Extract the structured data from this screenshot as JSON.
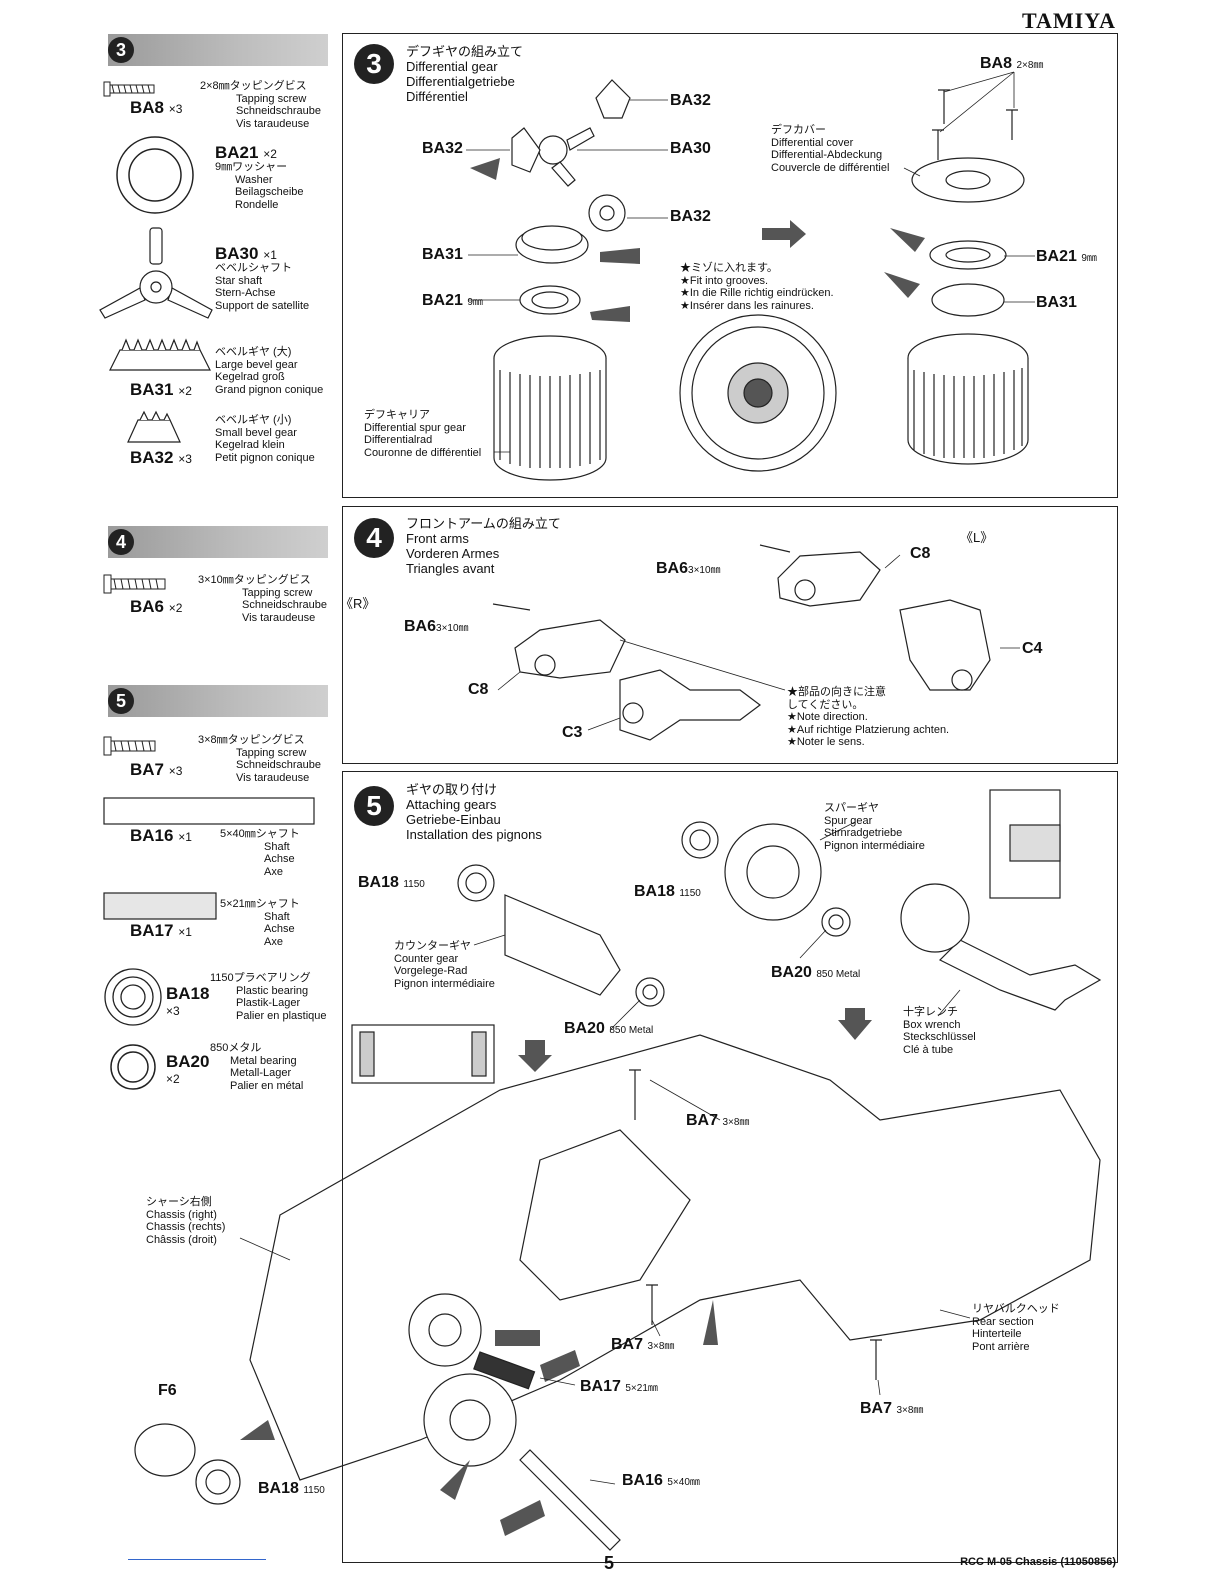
{
  "brand": "TAMIYA",
  "page_number": "5",
  "footer": "RCC M-05 Chassis (11050856)",
  "left": {
    "step3": {
      "num": "3",
      "parts": [
        {
          "code": "BA8",
          "qty": "×3",
          "lines": [
            "2×8㎜タッピングビス",
            "Tapping screw",
            "Schneidschraube",
            "Vis taraudeuse"
          ]
        },
        {
          "code": "BA21",
          "qty": "×2",
          "lines": [
            "9㎜ワッシャー",
            "Washer",
            "Beilagscheibe",
            "Rondelle"
          ]
        },
        {
          "code": "BA30",
          "qty": "×1",
          "lines": [
            "ベベルシャフト",
            "Star shaft",
            "Stern-Achse",
            "Support de satellite"
          ]
        },
        {
          "code": "BA31",
          "qty": "×2",
          "lines": [
            "ベベルギヤ (大)",
            "Large bevel gear",
            "Kegelrad groß",
            "Grand pignon conique"
          ]
        },
        {
          "code": "BA32",
          "qty": "×3",
          "lines": [
            "ベベルギヤ (小)",
            "Small bevel gear",
            "Kegelrad klein",
            "Petit pignon conique"
          ]
        }
      ]
    },
    "step4": {
      "num": "4",
      "parts": [
        {
          "code": "BA6",
          "qty": "×2",
          "lines": [
            "3×10㎜タッピングビス",
            "Tapping screw",
            "Schneidschraube",
            "Vis taraudeuse"
          ]
        }
      ]
    },
    "step5": {
      "num": "5",
      "parts": [
        {
          "code": "BA7",
          "qty": "×3",
          "lines": [
            "3×8㎜タッピングビス",
            "Tapping screw",
            "Schneidschraube",
            "Vis taraudeuse"
          ]
        },
        {
          "code": "BA16",
          "qty": "×1",
          "lines": [
            "5×40㎜シャフト",
            "Shaft",
            "Achse",
            "Axe"
          ]
        },
        {
          "code": "BA17",
          "qty": "×1",
          "lines": [
            "5×21㎜シャフト",
            "Shaft",
            "Achse",
            "Axe"
          ]
        },
        {
          "code": "BA18",
          "qty": "×3",
          "lines": [
            "1150プラベアリング",
            "Plastic bearing",
            "Plastik-Lager",
            "Palier en plastique"
          ]
        },
        {
          "code": "BA20",
          "qty": "×2",
          "lines": [
            "850メタル",
            "Metal bearing",
            "Metall-Lager",
            "Palier en métal"
          ]
        }
      ]
    }
  },
  "panel3": {
    "num": "3",
    "title": [
      "デフギヤの組み立て",
      "Differential gear",
      "Differentialgetriebe",
      "Différentiel"
    ],
    "labels": {
      "ba32a": "BA32",
      "ba32b": "BA32",
      "ba32c": "BA32",
      "ba30": "BA30",
      "ba31": "BA31",
      "ba21": "BA21",
      "ba21_size": "9㎜",
      "ba8": "BA8",
      "ba8_size": "2×8㎜",
      "ba21r": "BA21",
      "ba21r_size": "9㎜",
      "ba31r": "BA31"
    },
    "cover": [
      "デフカバー",
      "Differential cover",
      "Differential-Abdeckung",
      "Couvercle de différentiel"
    ],
    "note": [
      "★ミゾに入れます。",
      "★Fit into grooves.",
      "★In die Rille richtig eindrücken.",
      "★Insérer dans les rainures."
    ],
    "spur": [
      "デフキャリア",
      "Differential spur gear",
      "Differentialrad",
      "Couronne de différentiel"
    ]
  },
  "panel4": {
    "num": "4",
    "title": [
      "フロントアームの組み立て",
      "Front arms",
      "Vorderen Armes",
      "Triangles avant"
    ],
    "L": "《L》",
    "R": "《R》",
    "labels": {
      "ba6l": "BA6",
      "ba6l_size": "3×10㎜",
      "c8l": "C8",
      "c4": "C4",
      "ba6r": "BA6",
      "ba6r_size": "3×10㎜",
      "c8r": "C8",
      "c3": "C3"
    },
    "note": [
      "★部品の向きに注意",
      "してください。",
      "★Note direction.",
      "★Auf richtige Platzierung achten.",
      "★Noter le sens."
    ]
  },
  "panel5": {
    "num": "5",
    "title": [
      "ギヤの取り付け",
      "Attaching gears",
      "Getriebe-Einbau",
      "Installation des pignons"
    ],
    "labels": {
      "ba18a": "BA18",
      "ba18a_size": "1150",
      "ba18b": "BA18",
      "ba18b_size": "1150",
      "ba20a": "BA20",
      "ba20a_size": "850 Metal",
      "ba20b": "BA20",
      "ba20b_size": "850 Metal",
      "ba7a": "BA7",
      "ba7a_size": "3×8㎜",
      "ba7b": "BA7",
      "ba7b_size": "3×8㎜",
      "ba7c": "BA7",
      "ba7c_size": "3×8㎜",
      "ba17": "BA17",
      "ba17_size": "5×21㎜",
      "ba16": "BA16",
      "ba16_size": "5×40㎜",
      "ba18c": "BA18",
      "ba18c_size": "1150",
      "f6": "F6"
    },
    "spur": [
      "スパーギヤ",
      "Spur gear",
      "Stirnradgetriebe",
      "Pignon intermédiaire"
    ],
    "counter": [
      "カウンターギヤ",
      "Counter gear",
      "Vorgelege-Rad",
      "Pignon intermédiaire"
    ],
    "wrench": [
      "十字レンチ",
      "Box wrench",
      "Steckschlüssel",
      "Clé à tube"
    ],
    "chassis": [
      "シャーシ右側",
      "Chassis (right)",
      "Chassis (rechts)",
      "Châssis (droit)"
    ],
    "rear": [
      "リヤバルクヘッド",
      "Rear section",
      "Hinterteile",
      "Pont arrière"
    ]
  }
}
